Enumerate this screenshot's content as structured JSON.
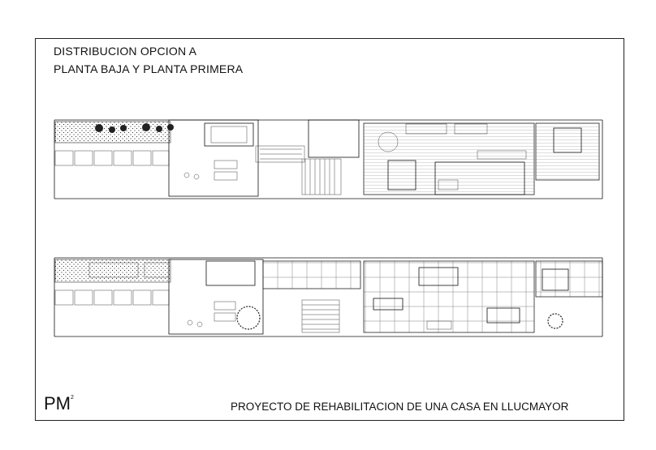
{
  "drawing": {
    "title_line1": "DISTRIBUCION OPCION A",
    "title_line2": "PLANTA BAJA Y PLANTA PRIMERA",
    "project_title": "PROYECTO DE REHABILITACION DE UNA CASA EN LLUCMAYOR",
    "logo_text": "PM",
    "logo_superscript": "2"
  },
  "plans": [
    {
      "name": "planta-primera"
    },
    {
      "name": "planta-baja"
    }
  ]
}
